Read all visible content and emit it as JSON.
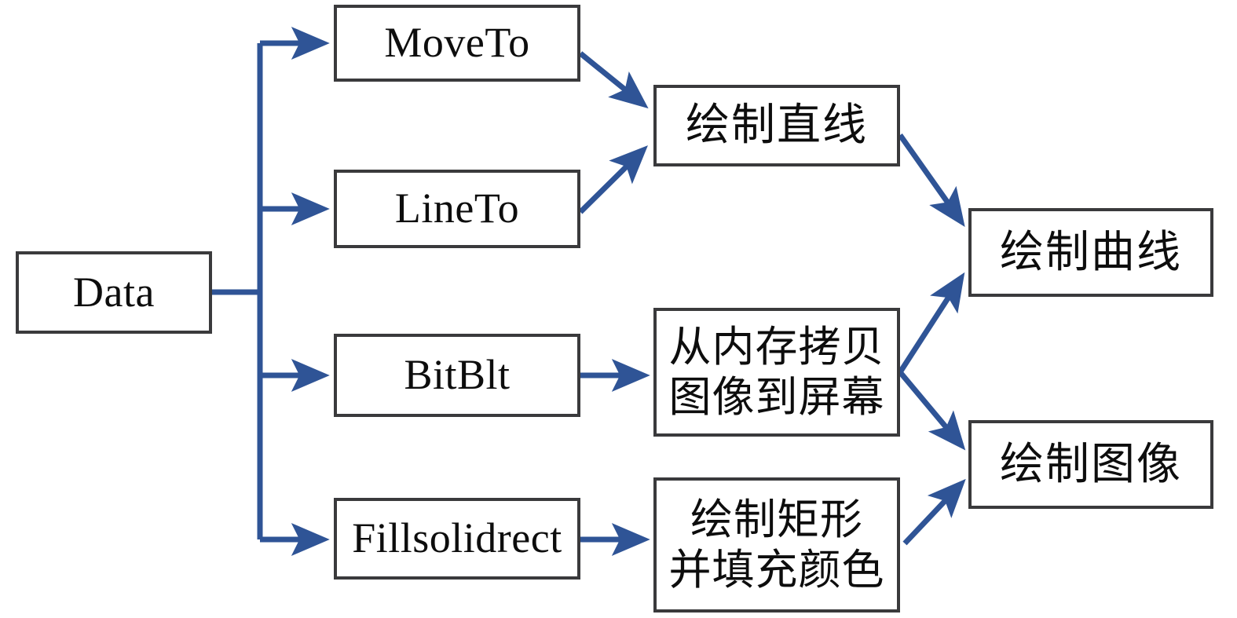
{
  "diagram": {
    "title": "Data drawing-primitive dispatch flowchart",
    "colors": {
      "node_border": "#3a3a3c",
      "node_fill": "#ffffff",
      "edge": "#2f5496",
      "text": "#0d0d0d",
      "background": "#ffffff"
    },
    "nodes": [
      {
        "id": "data",
        "label": "Data",
        "script": "latin"
      },
      {
        "id": "moveto",
        "label": "MoveTo",
        "script": "latin"
      },
      {
        "id": "lineto",
        "label": "LineTo",
        "script": "latin"
      },
      {
        "id": "bitblt",
        "label": "BitBlt",
        "script": "latin"
      },
      {
        "id": "fillsolid",
        "label": "Fillsolidrect",
        "script": "latin"
      },
      {
        "id": "drawline",
        "label": "绘制直线",
        "script": "han"
      },
      {
        "id": "copyimage",
        "label": "从内存拷贝\n图像到屏幕",
        "script": "han-two-line"
      },
      {
        "id": "drawrect",
        "label": "绘制矩形\n并填充颜色",
        "script": "han-two-line"
      },
      {
        "id": "drawcurve",
        "label": "绘制曲线",
        "script": "han"
      },
      {
        "id": "drawimage",
        "label": "绘制图像",
        "script": "han"
      }
    ],
    "edges": [
      {
        "from": "data",
        "to": "moveto",
        "style": "orthogonal"
      },
      {
        "from": "data",
        "to": "lineto",
        "style": "orthogonal"
      },
      {
        "from": "data",
        "to": "bitblt",
        "style": "orthogonal"
      },
      {
        "from": "data",
        "to": "fillsolid",
        "style": "orthogonal"
      },
      {
        "from": "moveto",
        "to": "drawline",
        "style": "diagonal"
      },
      {
        "from": "lineto",
        "to": "drawline",
        "style": "diagonal"
      },
      {
        "from": "bitblt",
        "to": "copyimage",
        "style": "straight"
      },
      {
        "from": "fillsolid",
        "to": "drawrect",
        "style": "straight"
      },
      {
        "from": "drawline",
        "to": "drawcurve",
        "style": "diagonal"
      },
      {
        "from": "copyimage",
        "to": "drawcurve",
        "style": "diagonal"
      },
      {
        "from": "copyimage",
        "to": "drawimage",
        "style": "diagonal"
      },
      {
        "from": "drawrect",
        "to": "drawimage",
        "style": "diagonal"
      }
    ]
  }
}
